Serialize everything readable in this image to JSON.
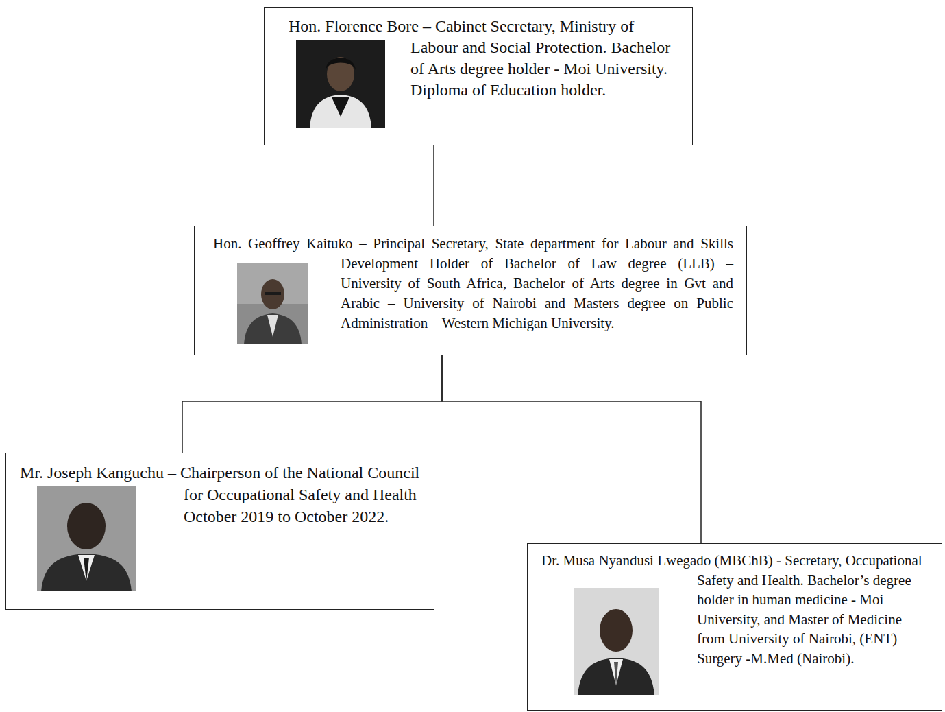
{
  "diagram": {
    "nodes": [
      {
        "text": [
          "Hon. Florence Bore – Cabinet Secretary, Ministry of Labour and Social Protection. Bachelor of Arts degree holder - Moi University. Diploma of Education holder."
        ]
      },
      {
        "text": [
          "Hon. Geoffrey Kaituko – Principal Secretary, State department for Labour and Skills Development Holder of Bachelor of Law degree (LLB) – University of South Africa, Bachelor of Arts degree in Gvt and Arabic – University of Nairobi and Masters degree on Public Administration – Western Michigan University."
        ]
      },
      {
        "text": [
          "Mr. Joseph Kanguchu – Chairperson of the National Council for Occupational Safety and Health October 2019 to October 2022."
        ]
      },
      {
        "text": [
          "Dr. Musa Nyandusi Lwegado (MBChB) - Secretary, Occupational Safety and Health. Bachelor’s degree holder in human medicine - Moi University, and Master of Medicine from University of Nairobi, (ENT) Surgery -M.Med (Nairobi)."
        ]
      }
    ],
    "edges": [
      {
        "from": 0,
        "to": 1,
        "arrow": "none"
      },
      {
        "from": 1,
        "to": 2,
        "arrow": "none"
      },
      {
        "from": 1,
        "to": 3,
        "arrow": "none"
      }
    ]
  }
}
